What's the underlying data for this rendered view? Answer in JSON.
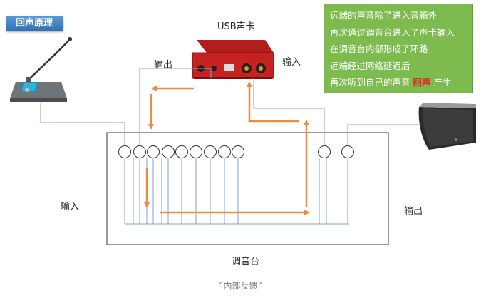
{
  "title_badge": "回声原理",
  "note": {
    "lines": [
      "远端的声音除了进入音箱外",
      "再次通过调音台进入了声卡输入",
      "在调音台内部形成了环路",
      "远端经过网络延迟后"
    ],
    "last_line_prefix": "再次听到自己的声音",
    "last_line_highlight": "回声",
    "last_line_suffix": "产生"
  },
  "labels": {
    "usb_card": "USB声卡",
    "card_output": "输出",
    "card_input": "输入",
    "mixer_input": "输入",
    "mixer_output": "输出",
    "mixer": "调音台"
  },
  "caption": "“内部反馈”",
  "colors": {
    "arrow": "#f08a3c",
    "wire": "#7f9fd0",
    "note_bg": "#7dbb4f",
    "badge": "#2f6fb0",
    "highlight": "#e02b20"
  },
  "icons": [
    "microphone-icon",
    "usb-sound-card-icon",
    "speaker-icon"
  ]
}
